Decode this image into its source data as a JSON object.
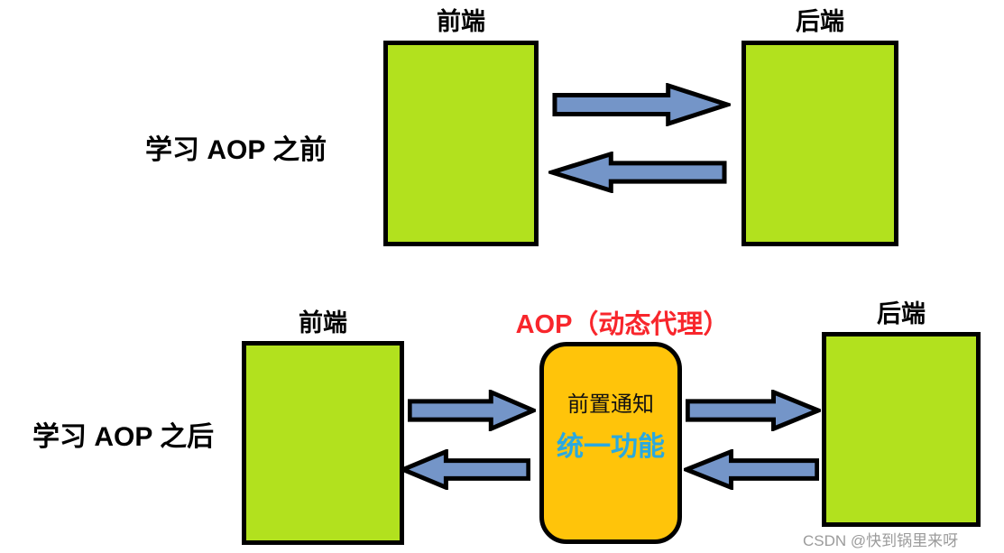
{
  "colors": {
    "background": "#ffffff",
    "box_green": "#b2e11e",
    "box_border": "#000000",
    "arrow_fill": "#7495c8",
    "arrow_stroke": "#000000",
    "aop_box_fill": "#ffc40a",
    "aop_title_red": "#f8262c",
    "unified_text_blue": "#29a9e0",
    "watermark_gray": "#9b9b9b"
  },
  "before_section": {
    "caption": "学习 AOP 之前",
    "frontend_label": "前端",
    "backend_label": "后端"
  },
  "after_section": {
    "caption": "学习 AOP 之后",
    "frontend_label": "前端",
    "backend_label": "后端",
    "aop_title": "AOP（动态代理）",
    "aop_advice": "前置通知",
    "aop_unified": "统一功能"
  },
  "watermark": "CSDN @快到锅里来呀"
}
